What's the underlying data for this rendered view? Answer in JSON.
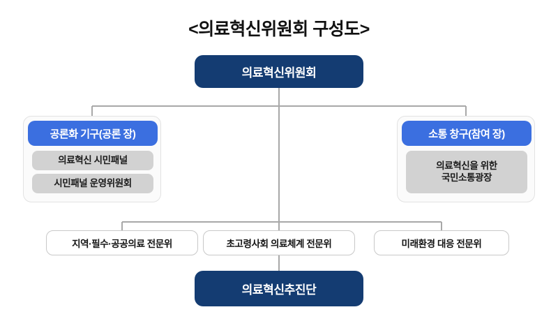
{
  "title": "<의료혁신위원회 구성도>",
  "colors": {
    "navy": "#143C72",
    "blue": "#3B6FE0",
    "gray_item": "#d2d2d2",
    "panel_border": "#e2e2e2",
    "connector": "#a8a8a8",
    "committee_border": "#c8c8c8",
    "text_dark": "#111111",
    "text_light": "#ffffff"
  },
  "root_node": {
    "label": "의료혁신위원회"
  },
  "bottom_node": {
    "label": "의료혁신추진단"
  },
  "panels": [
    {
      "header": "공론화 기구(공론 장)",
      "items": [
        "의료혁신 시민패널",
        "시민패널 운영위원회"
      ]
    },
    {
      "header": "소통 창구(참여 장)",
      "items": [
        "의료혁신을 위한\n국민소통광장"
      ],
      "item_line1": "의료혁신을 위한",
      "item_line2": "국민소통광장"
    }
  ],
  "committees": [
    {
      "label": "지역·필수·공공의료 전문위"
    },
    {
      "label": "초고령사회 의료체계 전문위"
    },
    {
      "label": "미래환경 대응 전문위"
    }
  ],
  "chart_data": {
    "type": "diagram",
    "diagram_kind": "organization-chart",
    "title": "<의료혁신위원회 구성도>",
    "nodes": [
      {
        "id": "root",
        "label": "의료혁신위원회",
        "level": 0,
        "style": "navy"
      },
      {
        "id": "panel-left",
        "label": "공론화 기구(공론 장)",
        "level": 1,
        "style": "blue-header"
      },
      {
        "id": "panel-right",
        "label": "소통 창구(참여 장)",
        "level": 1,
        "style": "blue-header"
      },
      {
        "id": "left-1",
        "label": "의료혁신 시민패널",
        "level": 2,
        "style": "gray",
        "parent": "panel-left"
      },
      {
        "id": "left-2",
        "label": "시민패널 운영위원회",
        "level": 2,
        "style": "gray",
        "parent": "panel-left"
      },
      {
        "id": "right-1",
        "label": "의료혁신을 위한 국민소통광장",
        "level": 2,
        "style": "gray",
        "parent": "panel-right"
      },
      {
        "id": "com-1",
        "label": "지역·필수·공공의료 전문위",
        "level": 2,
        "style": "outlined"
      },
      {
        "id": "com-2",
        "label": "초고령사회 의료체계 전문위",
        "level": 2,
        "style": "outlined"
      },
      {
        "id": "com-3",
        "label": "미래환경 대응 전문위",
        "level": 2,
        "style": "outlined"
      },
      {
        "id": "bottom",
        "label": "의료혁신추진단",
        "level": 3,
        "style": "navy"
      }
    ],
    "edges": [
      {
        "from": "root",
        "to": "panel-left"
      },
      {
        "from": "root",
        "to": "panel-right"
      },
      {
        "from": "root",
        "to": "com-1"
      },
      {
        "from": "root",
        "to": "com-2"
      },
      {
        "from": "root",
        "to": "com-3"
      },
      {
        "from": "root",
        "to": "bottom"
      }
    ],
    "legend": [],
    "annotations": []
  }
}
